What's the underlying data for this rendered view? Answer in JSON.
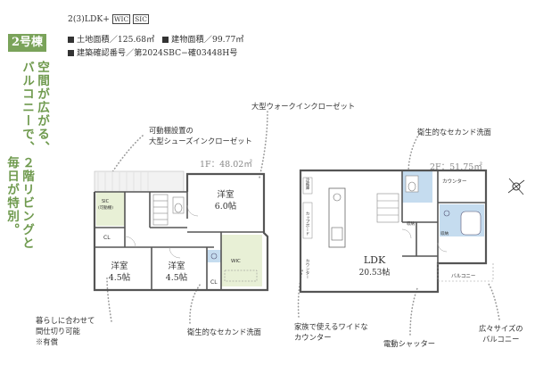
{
  "header": {
    "building_badge": "2号棟",
    "layout_main": "2(3)LDK+",
    "layout_tag1": "WIC",
    "layout_tag2": "SIC",
    "land_area": "土地面積／125.68㎡",
    "building_area": "建物面積／99.77㎡",
    "confirmation": "建築確認番号／第2024SBC−確03448H号"
  },
  "catch_copy": {
    "col1": "空間が広がる、",
    "col2": "２階リビングと",
    "col3": "バルコニーで、",
    "col4": "毎日が特別。"
  },
  "callouts": {
    "shoes_closet_1": "可動棚設置の",
    "shoes_closet_2": "大型シューズインクローゼット",
    "walkin_closet": "大型ウォークインクローゼット",
    "second_sink_2f": "衛生的なセカンド洗面",
    "partition_1": "暮らしに合わせて",
    "partition_2": "間仕切り可能",
    "partition_3": "※有償",
    "second_sink_1f": "衛生的なセカンド洗面",
    "counter_1": "家族で使えるワイドな",
    "counter_2": "カウンター",
    "shutter": "電動シャッター",
    "balcony_1": "広々サイズの",
    "balcony_2": "バルコニー"
  },
  "floor1": {
    "label": "1F：48.02㎡",
    "room_a_name": "洋室",
    "room_a_size": "6.0帖",
    "room_b_name": "洋室",
    "room_b_size": "4.5帖",
    "room_c_name": "洋室",
    "room_c_size": "4.5帖",
    "sic": "SIC",
    "sic_note": "(可動棚)",
    "cl": "CL",
    "wic": "WIC"
  },
  "floor2": {
    "label": "2F：51.75㎡",
    "ldk_name": "LDK",
    "ldk_size": "20.53帖",
    "counter": "カウンター",
    "balcony": "バルコニー",
    "storage": "収納",
    "cupboard": "カップボード",
    "refrigerator": "冷蔵庫",
    "counter_small": "カウンター"
  },
  "colors": {
    "accent_green": "#7aa35a",
    "room_green": "#e8f0d6",
    "water_blue": "#c5dcef"
  }
}
